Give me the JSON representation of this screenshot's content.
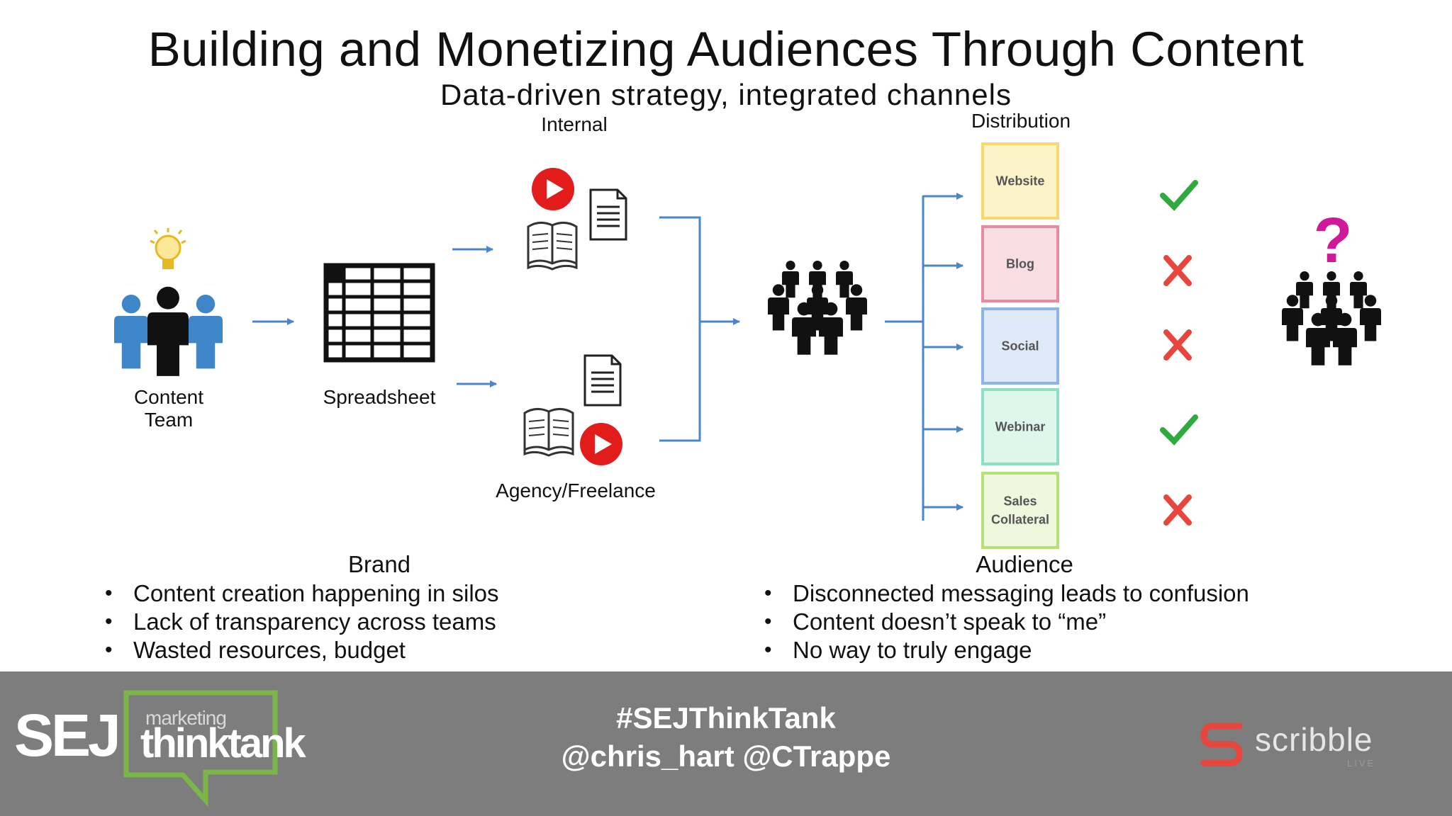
{
  "title": "Building and Monetizing Audiences Through Content",
  "subtitle": "Data-driven strategy, integrated channels",
  "labels": {
    "internal": "Internal",
    "distribution": "Distribution",
    "content_team_line1": "Content",
    "content_team_line2": "Team",
    "spreadsheet": "Spreadsheet",
    "agency": "Agency/Freelance"
  },
  "channels": [
    {
      "label": "Website",
      "status": "check",
      "color": "#f5d96b",
      "fill": "#fdf3c8"
    },
    {
      "label": "Blog",
      "status": "cross",
      "color": "#e88aa0",
      "fill": "#f9dde4"
    },
    {
      "label": "Social",
      "status": "cross",
      "color": "#8fb4e8",
      "fill": "#dfeaf9"
    },
    {
      "label": "Webinar",
      "status": "check",
      "color": "#8ee0c0",
      "fill": "#def7ec"
    },
    {
      "label": "Sales Collateral",
      "status": "cross",
      "color": "#b5e07a",
      "fill": "#eef8dc"
    }
  ],
  "brand": {
    "heading": "Brand",
    "points": [
      "Content creation happening in silos",
      "Lack of transparency across teams",
      "Wasted resources, budget"
    ]
  },
  "audience": {
    "heading": "Audience",
    "points": [
      "Disconnected messaging  leads to confusion",
      "Content doesn’t speak to “me”",
      "No way to truly engage"
    ]
  },
  "footer": {
    "hashtag": "#SEJThinkTank",
    "handles": "@chris_hart @CTrappe",
    "sej_logo": "SEJ",
    "logo_small": "marketing",
    "logo_big": "thinktank",
    "partner_logo": "scribble",
    "partner_sub": "LIVE"
  },
  "colors": {
    "arrow": "#4a86c8",
    "check": "#2faa3f",
    "cross": "#e8453c",
    "question": "#d0189a",
    "footer_bg": "#7d7d7d",
    "sej_green": "#7ab648"
  },
  "icons": [
    "lightbulb-icon",
    "team-icon",
    "spreadsheet-icon",
    "play-icon",
    "document-icon",
    "book-icon",
    "audience-icon",
    "checkmark-icon",
    "cross-icon",
    "question-mark-icon"
  ]
}
